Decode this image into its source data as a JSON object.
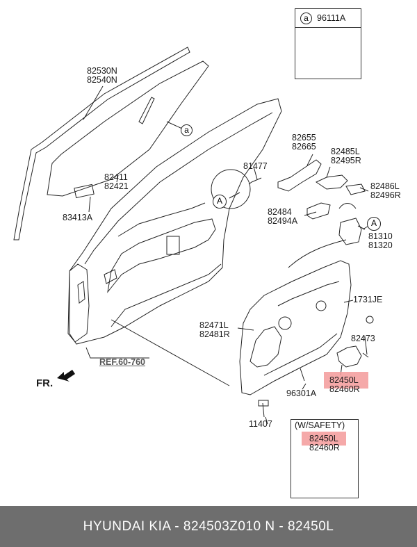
{
  "callouts": {
    "ref_a_box_letter": "a",
    "ref_a_box_part": "96111A",
    "glass": [
      "82530N",
      "82540N"
    ],
    "glass_ref_letter": "a",
    "run_channel": [
      "82411",
      "82421"
    ],
    "clip": "83413A",
    "bolt_top": "81477",
    "circle_A_left": "A",
    "hinge_upper": [
      "82655",
      "82665"
    ],
    "hinge_upper_right": [
      "82485L",
      "82495R"
    ],
    "bracket_right": [
      "82486L",
      "82496R"
    ],
    "bracket_mid": [
      "82484",
      "82494A"
    ],
    "circle_A_right": "A",
    "latch": [
      "81310",
      "81320"
    ],
    "grommet": "1731JE",
    "regulator": [
      "82471L",
      "82481R"
    ],
    "screw": "82473",
    "motor_hl": "82450L",
    "motor_r": "82460R",
    "bolt_bottom_mid": "96301A",
    "bolt_bottom": "11407",
    "ref": "REF.60-760",
    "front": "FR."
  },
  "safety_box": {
    "title": "(W/SAFETY)",
    "part_hl": "82450L",
    "part_r": "82460R"
  },
  "footer": {
    "text": "HYUNDAI  KIA - 824503Z010     N - 82450L"
  },
  "colors": {
    "highlight": "#f39a9a",
    "footer_bg": "#6e6e6e",
    "line": "#222222"
  }
}
